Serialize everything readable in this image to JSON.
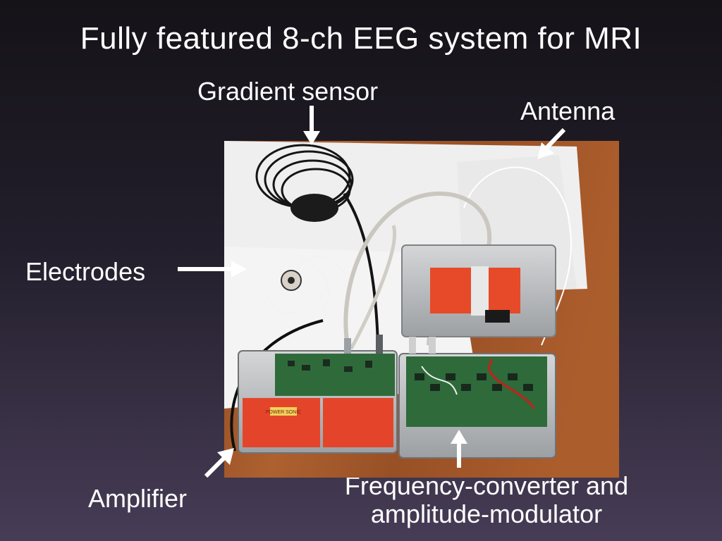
{
  "slide": {
    "title": "Fully featured 8-ch EEG system for MRI",
    "labels": {
      "gradient_sensor": "Gradient sensor",
      "antenna": "Antenna",
      "electrodes": "Electrodes",
      "amplifier": "Amplifier",
      "frequency_converter_line1": "Frequency-converter and",
      "frequency_converter_line2": "amplitude-modulator"
    },
    "battery_label": "POWER SONIC"
  },
  "colors": {
    "background_top": "#151318",
    "background_bottom": "#463c56",
    "text": "#ffffff",
    "table_wood": "#a85a2a",
    "paper": "#f1f1f1",
    "enclosure": "#b9bcbf",
    "pcb": "#2f6b3a",
    "battery": "#e24a2a"
  }
}
